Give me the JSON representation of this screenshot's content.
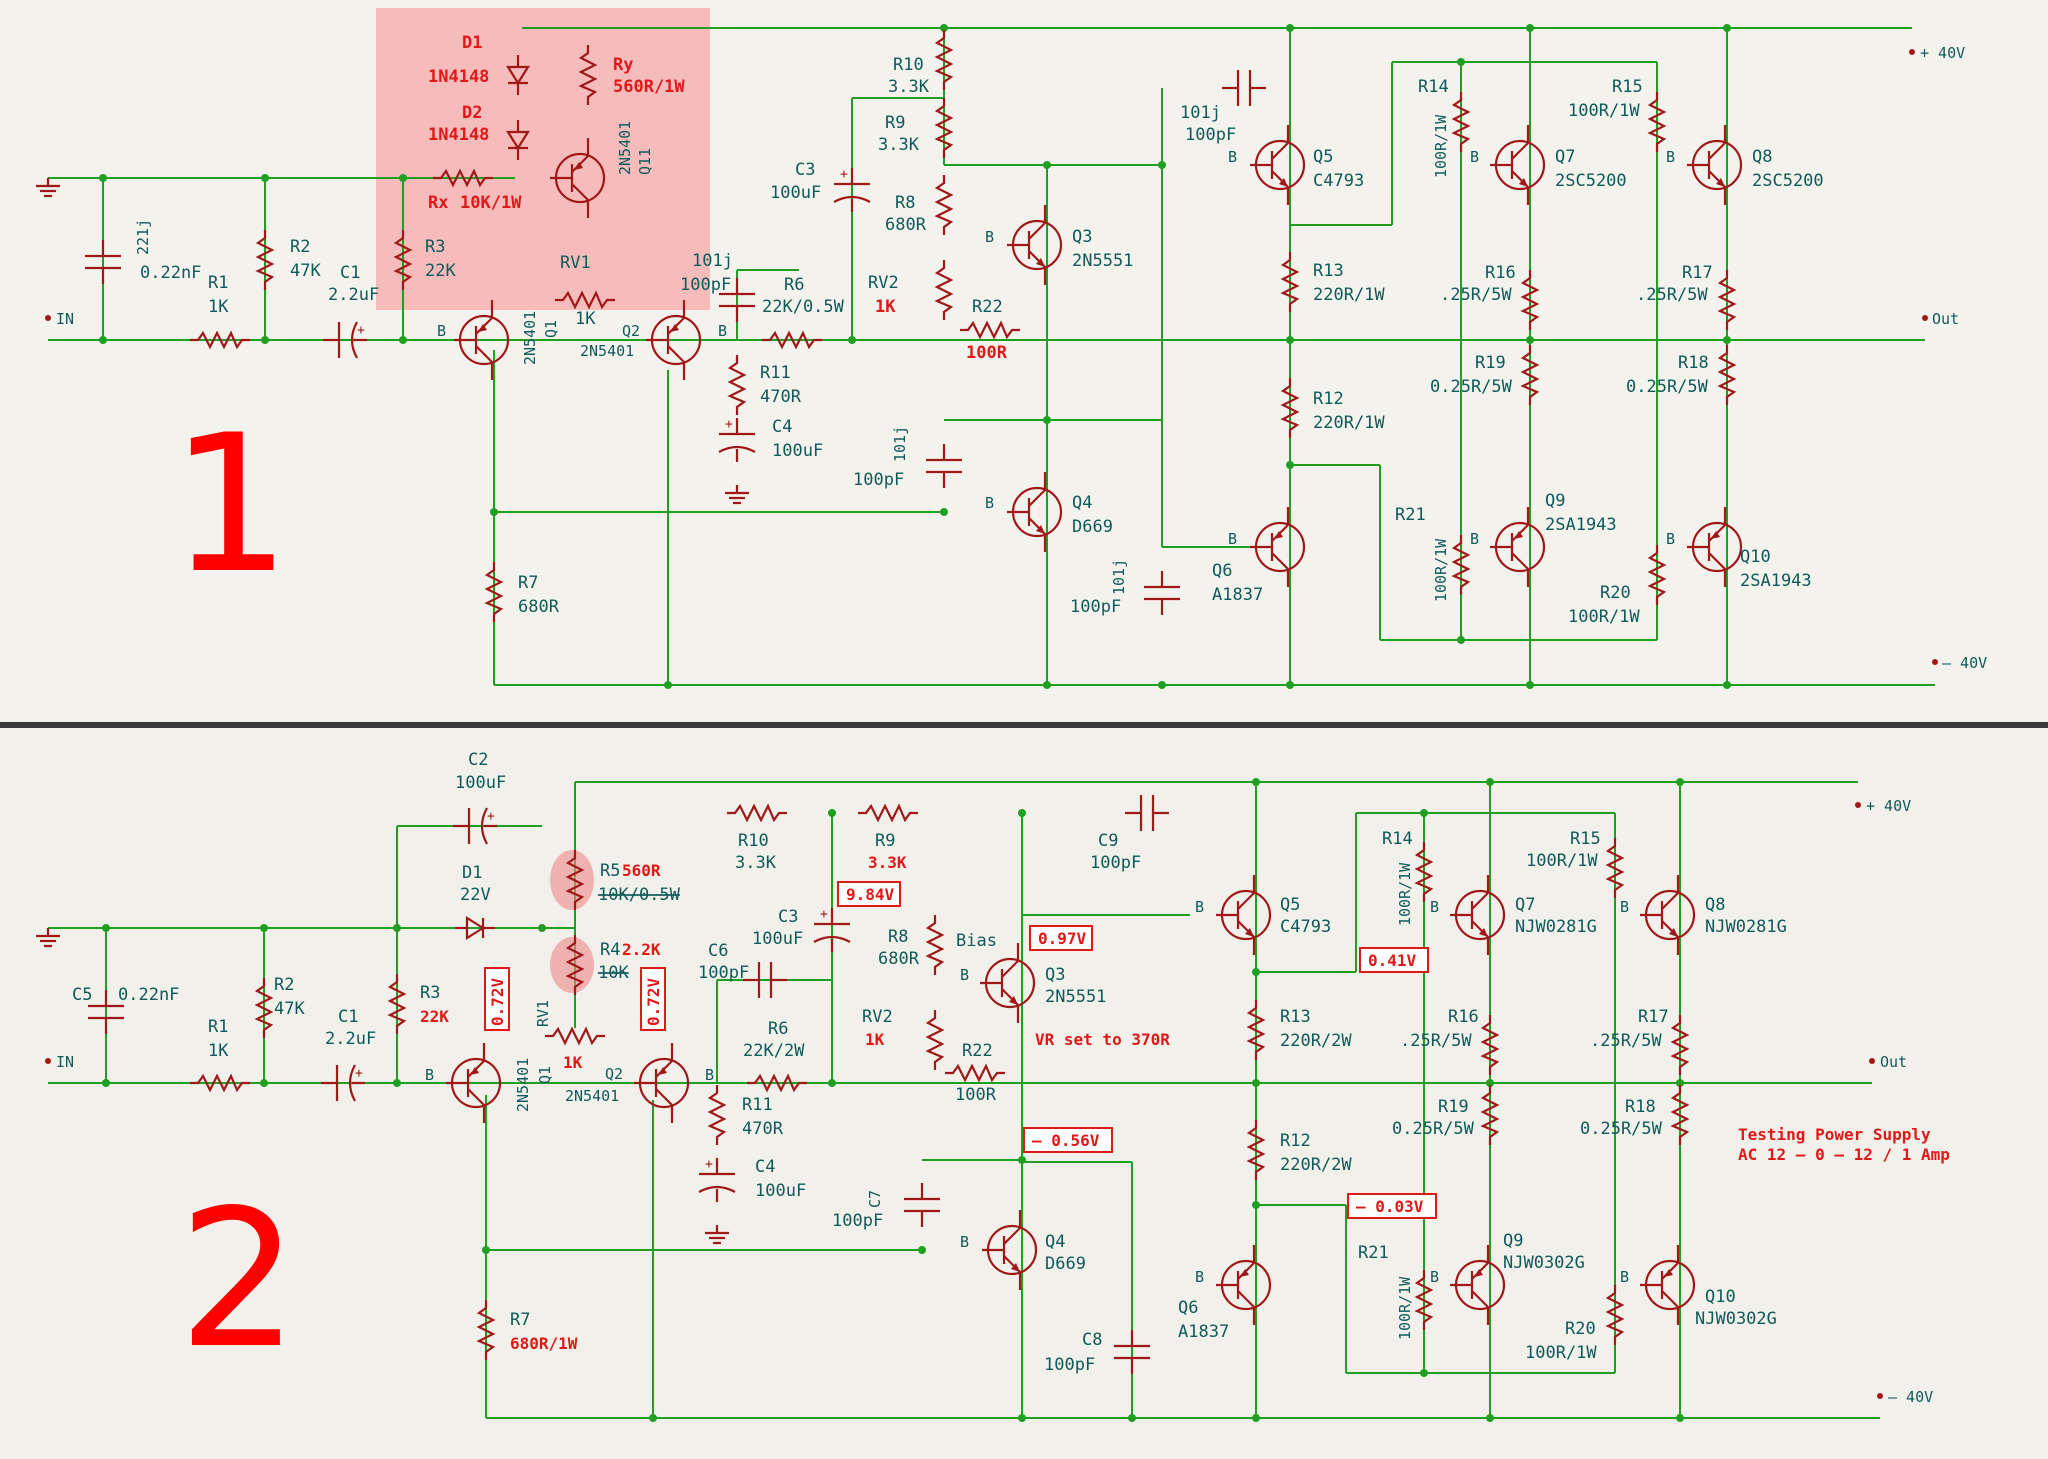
{
  "panel1": {
    "number": "1",
    "supply_pos": "+ 40V",
    "supply_neg": "– 40V",
    "in": "IN",
    "out": "Out",
    "d1": {
      "ref": "D1",
      "val": "1N4148"
    },
    "d2": {
      "ref": "D2",
      "val": "1N4148"
    },
    "ry": {
      "ref": "Ry",
      "val": "560R/1W"
    },
    "rx": {
      "ref": "Rx",
      "val": "10K/1W"
    },
    "q11": {
      "ref": "Q11",
      "val": "2N5401"
    },
    "c221": {
      "ref": "221j",
      "val": "0.22nF"
    },
    "r1": {
      "ref": "R1",
      "val": "1K"
    },
    "r2": {
      "ref": "R2",
      "val": "47K"
    },
    "c1": {
      "ref": "C1",
      "val": "2.2uF"
    },
    "r3": {
      "ref": "R3",
      "val": "22K"
    },
    "rv1": {
      "ref": "RV1",
      "val": "1K"
    },
    "q1": {
      "ref": "Q1",
      "val": "2N5401"
    },
    "q2": {
      "ref": "Q2",
      "val": "2N5401"
    },
    "c101a": {
      "ref": "101j",
      "val": "100pF"
    },
    "r6": {
      "ref": "R6",
      "val": "22K/0.5W"
    },
    "r11": {
      "ref": "R11",
      "val": "470R"
    },
    "c4": {
      "ref": "C4",
      "val": "100uF"
    },
    "r10": {
      "ref": "R10",
      "val": "3.3K"
    },
    "r9": {
      "ref": "R9",
      "val": "3.3K"
    },
    "c3": {
      "ref": "C3",
      "val": "100uF"
    },
    "r8": {
      "ref": "R8",
      "val": "680R"
    },
    "rv2": {
      "ref": "RV2",
      "val": "1K"
    },
    "r22": {
      "ref": "R22",
      "val": "100R"
    },
    "q3": {
      "ref": "Q3",
      "val": "2N5551"
    },
    "c101b": {
      "ref": "101j",
      "val": "100pF"
    },
    "c101c": {
      "ref": "101j",
      "val": "100pF"
    },
    "q4": {
      "ref": "Q4",
      "val": "D669"
    },
    "r7": {
      "ref": "R7",
      "val": "680R"
    },
    "c101d": {
      "ref": "101j",
      "val": "100pF"
    },
    "q5": {
      "ref": "Q5",
      "val": "C4793"
    },
    "r13": {
      "ref": "R13",
      "val": "220R/1W"
    },
    "r12": {
      "ref": "R12",
      "val": "220R/1W"
    },
    "q6": {
      "ref": "Q6",
      "val": "A1837"
    },
    "r14": {
      "ref": "R14",
      "val": "100R/1W"
    },
    "r15": {
      "ref": "R15",
      "val": "100R/1W"
    },
    "q7": {
      "ref": "Q7",
      "val": "2SC5200"
    },
    "q8": {
      "ref": "Q8",
      "val": "2SC5200"
    },
    "r16": {
      "ref": "R16",
      "val": ".25R/5W"
    },
    "r17": {
      "ref": "R17",
      "val": ".25R/5W"
    },
    "r19": {
      "ref": "R19",
      "val": "0.25R/5W"
    },
    "r18": {
      "ref": "R18",
      "val": "0.25R/5W"
    },
    "r21": {
      "ref": "R21",
      "val": "100R/1W"
    },
    "r20": {
      "ref": "R20",
      "val": "100R/1W"
    },
    "q9": {
      "ref": "Q9",
      "val": "2SA1943"
    },
    "q10": {
      "ref": "Q10",
      "val": "2SA1943"
    }
  },
  "panel2": {
    "number": "2",
    "supply_pos": "+ 40V",
    "supply_neg": "– 40V",
    "in": "IN",
    "out": "Out",
    "c2": {
      "ref": "C2",
      "val": "100uF"
    },
    "d1": {
      "ref": "D1",
      "val": "22V"
    },
    "r5": {
      "ref": "R5",
      "val": "560R",
      "old": "10K/0.5W"
    },
    "r4": {
      "ref": "R4",
      "val": "2.2K",
      "old": "10K"
    },
    "c5": {
      "ref": "C5",
      "val": "0.22nF"
    },
    "r1": {
      "ref": "R1",
      "val": "1K"
    },
    "r2": {
      "ref": "R2",
      "val": "47K"
    },
    "c1": {
      "ref": "C1",
      "val": "2.2uF"
    },
    "r3": {
      "ref": "R3",
      "val": "22K"
    },
    "rv1": {
      "ref": "RV1",
      "val": "1K"
    },
    "q1": {
      "ref": "Q1",
      "val": "2N5401"
    },
    "q2": {
      "ref": "Q2",
      "val": "2N5401"
    },
    "v1": "0.72V",
    "v2": "0.72V",
    "c6": {
      "ref": "C6",
      "val": "100pF"
    },
    "r6": {
      "ref": "R6",
      "val": "22K/2W"
    },
    "r11": {
      "ref": "R11",
      "val": "470R"
    },
    "c4": {
      "ref": "C4",
      "val": "100uF"
    },
    "r10": {
      "ref": "R10",
      "val": "3.3K"
    },
    "r9": {
      "ref": "R9",
      "val": "3.3K"
    },
    "c3": {
      "ref": "C3",
      "val": "100uF"
    },
    "v3": "9.84V",
    "c9": {
      "ref": "C9",
      "val": "100pF"
    },
    "r8": {
      "ref": "R8",
      "val": "680R"
    },
    "bias": "Bias",
    "v4": "0.97V",
    "q3": {
      "ref": "Q3",
      "val": "2N5551"
    },
    "rv2": {
      "ref": "RV2",
      "val": "1K"
    },
    "r22": {
      "ref": "R22",
      "val": "100R"
    },
    "vr_note": "VR set to 370R",
    "v5": "– 0.56V",
    "c7": {
      "ref": "C7",
      "val": "100pF"
    },
    "q4": {
      "ref": "Q4",
      "val": "D669"
    },
    "r7": {
      "ref": "R7",
      "val": "680R/1W"
    },
    "c8": {
      "ref": "C8",
      "val": "100pF"
    },
    "q5": {
      "ref": "Q5",
      "val": "C4793"
    },
    "v6": "0.41V",
    "r13": {
      "ref": "R13",
      "val": "220R/2W"
    },
    "r12": {
      "ref": "R12",
      "val": "220R/2W"
    },
    "v7": "– 0.03V",
    "q6": {
      "ref": "Q6",
      "val": "A1837"
    },
    "r14": {
      "ref": "R14",
      "val": "100R/1W"
    },
    "r15": {
      "ref": "R15",
      "val": "100R/1W"
    },
    "q7": {
      "ref": "Q7",
      "val": "NJW0281G"
    },
    "q8": {
      "ref": "Q8",
      "val": "NJW0281G"
    },
    "r16": {
      "ref": "R16",
      "val": ".25R/5W"
    },
    "r17": {
      "ref": "R17",
      "val": ".25R/5W"
    },
    "r19": {
      "ref": "R19",
      "val": "0.25R/5W"
    },
    "r18": {
      "ref": "R18",
      "val": "0.25R/5W"
    },
    "r21": {
      "ref": "R21",
      "val": "100R/1W"
    },
    "r20": {
      "ref": "R20",
      "val": "100R/1W"
    },
    "q9": {
      "ref": "Q9",
      "val": "NJW0302G"
    },
    "q10": {
      "ref": "Q10",
      "val": "NJW0302G"
    },
    "note_line1": "Testing Power Supply",
    "note_line2": "AC 12 – 0 – 12 / 1 Amp"
  }
}
